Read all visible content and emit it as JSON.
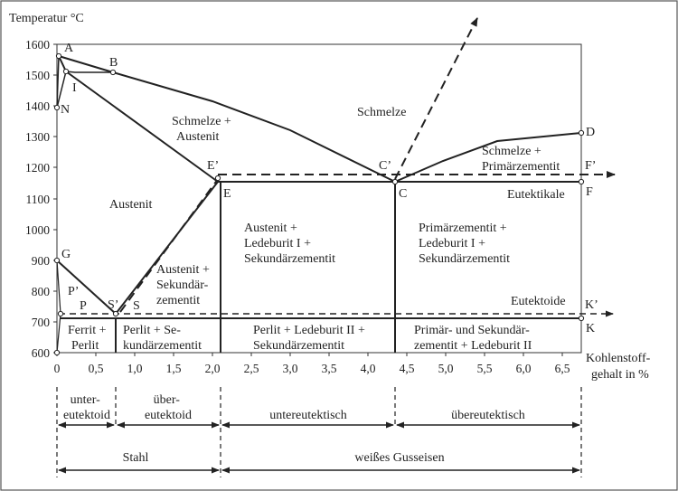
{
  "axes": {
    "ylabel": "Temperatur °C",
    "xlabel_line1": "Kohlenstoff-",
    "xlabel_line2": "gehalt in %",
    "y_ticks": [
      "1600",
      "1500",
      "1400",
      "1300",
      "1200",
      "1100",
      "1000",
      "900",
      "800",
      "700",
      "600"
    ],
    "x_ticks": [
      "0",
      "0,5",
      "1,0",
      "1,5",
      "2,0",
      "2,5",
      "3,0",
      "3,5",
      "4,0",
      "4,5",
      "5,0",
      "5,5",
      "6,0",
      "6,5"
    ],
    "x_range": [
      0,
      6.67
    ],
    "y_range": [
      600,
      1600
    ]
  },
  "points": {
    "A": "A",
    "B": "B",
    "I": "I",
    "N": "N",
    "D": "D",
    "E_prime": "E’",
    "E": "E",
    "C_prime": "C’",
    "C": "C",
    "F_prime": "F’",
    "F": "F",
    "G": "G",
    "P_prime": "P’",
    "P": "P",
    "S_prime": "S’",
    "S": "S",
    "K_prime": "K’",
    "K": "K"
  },
  "regions": {
    "schmelze": "Schmelze",
    "schmelze_austenit": [
      "Schmelze +",
      "Austenit"
    ],
    "austenit": "Austenit",
    "schmelze_primaer": [
      "Schmelze +",
      "Primärzementit"
    ],
    "eutektikale": "Eutektikale",
    "eutektoide": "Eutektoide",
    "austenit_ledeburit": [
      "Austenit +",
      "Ledeburit I +",
      "Sekundärzementit"
    ],
    "primaer_ledeburit": [
      "Primärzementit +",
      "Ledeburit I +",
      "Sekundärzementit"
    ],
    "austenit_sekundaer": [
      "Austenit +",
      "Sekundär-",
      "zementit"
    ],
    "ferrit_perlit": [
      "Ferrit +",
      "Perlit"
    ],
    "perlit_sekundaer": [
      "Perlit + Se-",
      "kundärzementit"
    ],
    "perlit_ledeburit": [
      "Perlit + Ledeburit II +",
      "Sekundärzementit"
    ],
    "primaer_sekundaer": [
      "Primär- und Sekundär-",
      "zementit + Ledeburit II"
    ]
  },
  "classification": {
    "untereutektoid": [
      "unter-",
      "eutektoid"
    ],
    "uebereutektoid": [
      "über-",
      "eutektoid"
    ],
    "untereutektisch": "untereutektisch",
    "uebereutektisch": "übereutektisch",
    "stahl": "Stahl",
    "gusseisen": "weißes Gusseisen"
  },
  "colors": {
    "line": "#222222",
    "frame": "#333333",
    "point": "#ffffff"
  }
}
